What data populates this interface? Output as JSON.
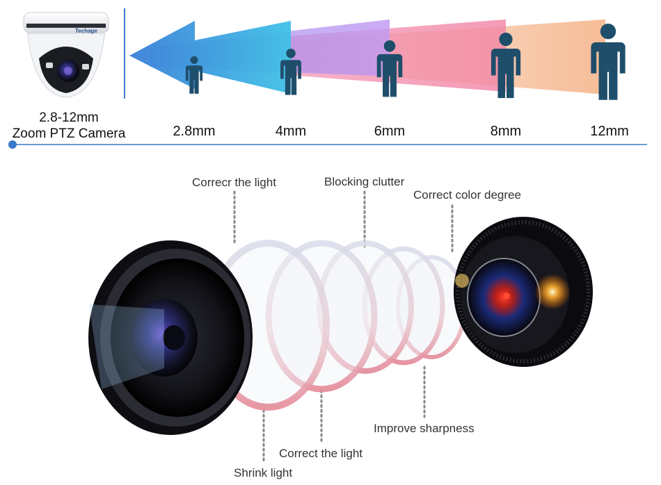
{
  "camera": {
    "brand": "Techage",
    "caption_line1": "2.8-12mm",
    "caption_line2": "Zoom PTZ Camera"
  },
  "focal_lengths": [
    "2.8mm",
    "4mm",
    "6mm",
    "8mm",
    "12mm"
  ],
  "lens_labels": {
    "top": [
      "Correcr the light",
      "Blocking clutter",
      "Correct color degree"
    ],
    "bottom": [
      "Shrink light",
      "Correct the light",
      "Improve sharpness"
    ]
  },
  "colors": {
    "accent_blue": "#3a78c9",
    "person": "#1f4e6b",
    "beam_blue": "#3fb2e0",
    "beam_purple": "#b48af0",
    "beam_pink": "#f07fa5",
    "beam_peach": "#f5b58c"
  }
}
